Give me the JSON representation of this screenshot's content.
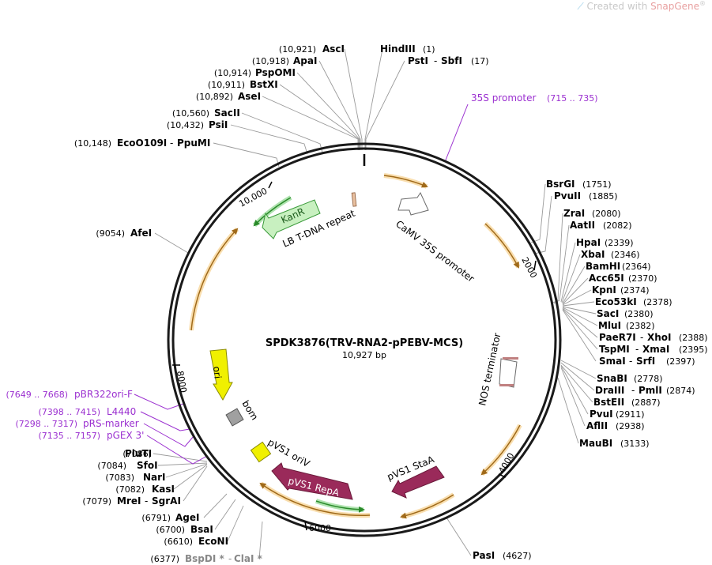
{
  "watermark": {
    "prefix": "Created with ",
    "brand": "SnapGene",
    "reg": "®"
  },
  "plasmid": {
    "name": "SPDK3876(TRV-RNA2-pPEBV-MCS)",
    "length_label": "10,927 bp",
    "length": 10927
  },
  "ticks": [
    "2000",
    "4000",
    "6000",
    "8000",
    "10,000"
  ],
  "feature_labels": {
    "camv": "CaMV 35S promoter",
    "nos": "NOS terminator",
    "lb": "LB T-DNA repeat",
    "kanr": "KanR",
    "ori": "ori",
    "bom": "bom",
    "pvs1_oriv": "pVS1 oriV",
    "pvs1_repa": "pVS1 RepA",
    "pvs1_staa": "pVS1 StaA"
  },
  "primers": [
    {
      "name": "35S promoter",
      "range": "(715 .. 735)"
    },
    {
      "name": "pBR322ori-F",
      "range": "(7649 .. 7668)"
    },
    {
      "name": "L4440",
      "range": "(7398 .. 7415)"
    },
    {
      "name": "pRS-marker",
      "range": "(7298 .. 7317)"
    },
    {
      "name": "pGEX 3'",
      "range": "(7135 .. 7157)"
    }
  ],
  "sites": [
    {
      "pos": "(10,921)",
      "name": "AscI"
    },
    {
      "pos": "(10,918)",
      "name": "ApaI"
    },
    {
      "pos": "(10,914)",
      "name": "PspOMI"
    },
    {
      "pos": "(10,911)",
      "name": "BstXI"
    },
    {
      "pos": "(10,892)",
      "name": "AseI"
    },
    {
      "pos": "(10,560)",
      "name": "SacII"
    },
    {
      "pos": "(10,432)",
      "name": "PsiI"
    },
    {
      "pos": "(10,148)",
      "name": "EcoO109I",
      "name2": "PpuMI"
    },
    {
      "pos": "(9054)",
      "name": "AfeI"
    },
    {
      "pos": "(1)",
      "name": "HindIII"
    },
    {
      "pos": "(17)",
      "name": "PstI",
      "name2": "SbfI"
    },
    {
      "pos": "(1751)",
      "name": "BsrGI"
    },
    {
      "pos": "(1885)",
      "name": "PvuII"
    },
    {
      "pos": "(2080)",
      "name": "ZraI"
    },
    {
      "pos": "(2082)",
      "name": "AatII"
    },
    {
      "pos": "(2339)",
      "name": "HpaI"
    },
    {
      "pos": "(2346)",
      "name": "XbaI"
    },
    {
      "pos": "(2364)",
      "name": "BamHI"
    },
    {
      "pos": "(2370)",
      "name": "Acc65I"
    },
    {
      "pos": "(2374)",
      "name": "KpnI"
    },
    {
      "pos": "(2378)",
      "name": "Eco53kI"
    },
    {
      "pos": "(2380)",
      "name": "SacI"
    },
    {
      "pos": "(2382)",
      "name": "MluI"
    },
    {
      "pos": "(2388)",
      "name": "PaeR7I",
      "name2": "XhoI"
    },
    {
      "pos": "(2395)",
      "name": "TspMI",
      "name2": "XmaI"
    },
    {
      "pos": "(2397)",
      "name": "SmaI",
      "name2": "SrfI"
    },
    {
      "pos": "(2778)",
      "name": "SnaBI"
    },
    {
      "pos": "(2874)",
      "name": "DraIII",
      "name2": "PmlI"
    },
    {
      "pos": "(2887)",
      "name": "BstEII"
    },
    {
      "pos": "(2911)",
      "name": "PvuI"
    },
    {
      "pos": "(2938)",
      "name": "AflII"
    },
    {
      "pos": "(3133)",
      "name": "MauBI"
    },
    {
      "pos": "(4627)",
      "name": "PasI"
    },
    {
      "pos": "(7086)",
      "name": "PluTI"
    },
    {
      "pos": "(7084)",
      "name": "SfoI"
    },
    {
      "pos": "(7083)",
      "name": "NarI"
    },
    {
      "pos": "(7082)",
      "name": "KasI"
    },
    {
      "pos": "(7079)",
      "name": "MreI",
      "name2": "SgrAI"
    },
    {
      "pos": "(6791)",
      "name": "AgeI"
    },
    {
      "pos": "(6700)",
      "name": "BsaI"
    },
    {
      "pos": "(6610)",
      "name": "EcoNI"
    },
    {
      "pos": "(6377)",
      "name": "BspDI *",
      "name2": "ClaI *"
    }
  ],
  "colors": {
    "backbone": "#1a1a1a",
    "orf_arrow": "#c8a050",
    "orf_glow": "#f5c878",
    "primer": "#9b30d0",
    "kanr": "#c8f0c0",
    "kanr_stroke": "#3a9a3a",
    "ori": "#f0f000",
    "repa": "#9a2a5a",
    "bom": "#a0a0a0",
    "muted_site": "#888888"
  }
}
